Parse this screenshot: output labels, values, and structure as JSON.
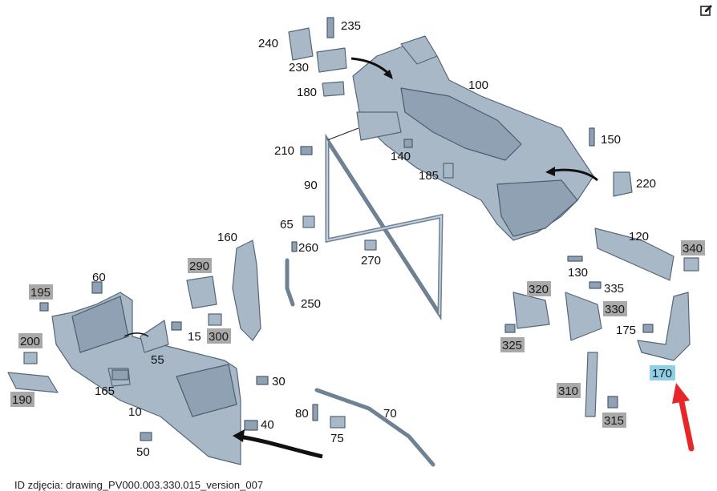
{
  "caption": "ID zdjęcia: drawing_PV000.003.330.015_version_007",
  "colors": {
    "label_grey": "#a9a9a9",
    "label_highlight": "#8fd0e6",
    "arrow_red": "#e8262a",
    "part_fill": "#a9b8c6"
  },
  "icons": {
    "edit": "edit-icon"
  },
  "labels": {
    "l235": "235",
    "l240": "240",
    "l230": "230",
    "l180": "180",
    "l100": "100",
    "l150": "150",
    "l210": "210",
    "l140": "140",
    "l185": "185",
    "l220": "220",
    "l90": "90",
    "l65": "65",
    "l160": "160",
    "l260": "260",
    "l270": "270",
    "l120": "120",
    "l340": "340",
    "l290": "290",
    "l60": "60",
    "l195": "195",
    "l130": "130",
    "l250": "250",
    "l320": "320",
    "l335": "335",
    "l330": "330",
    "l300": "300",
    "l15": "15",
    "l200": "200",
    "l55": "55",
    "l175": "175",
    "l325": "325",
    "l170": "170",
    "l165": "165",
    "l30": "30",
    "l190": "190",
    "l10": "10",
    "l80": "80",
    "l70": "70",
    "l310": "310",
    "l40": "40",
    "l75": "75",
    "l315": "315",
    "l50": "50"
  }
}
